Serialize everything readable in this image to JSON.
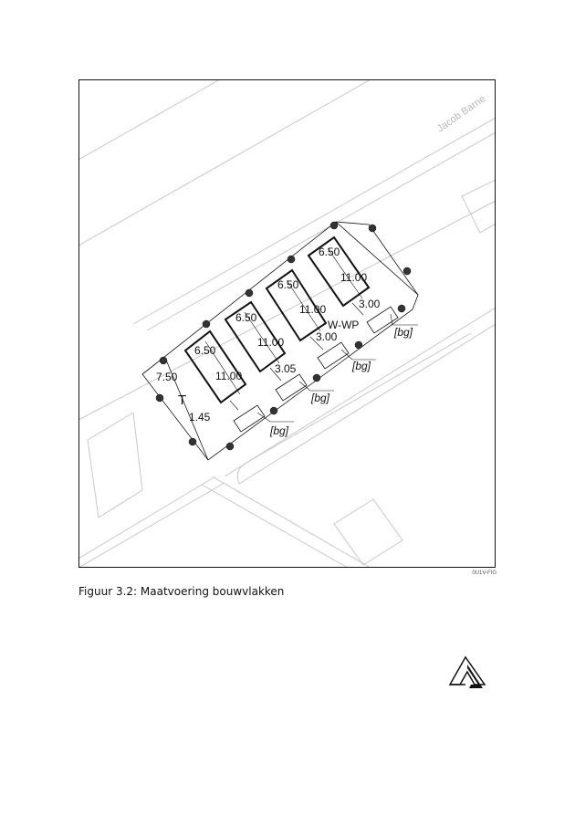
{
  "street_name": "Jacob Barne",
  "zone_label": "T",
  "mixed_label": "W-WP",
  "plots": [
    {
      "width": "6.50",
      "depth": "11.00"
    },
    {
      "width": "6.50",
      "depth": "11.00"
    },
    {
      "width": "6.50",
      "depth": "11.00"
    },
    {
      "width": "6.50",
      "depth": "11.00"
    }
  ],
  "dims": {
    "left_side": "7.50",
    "front": "1.45",
    "gap_1": "3.05",
    "gap_2": "3.00",
    "gap_3": "3.00"
  },
  "bg_tags": [
    "[bg]",
    "[bg]",
    "[bg]",
    "[bg]"
  ],
  "figure_code": "0U1V-FIG",
  "caption": "Figuur 3.2: Maatvoering bouwvlakken"
}
